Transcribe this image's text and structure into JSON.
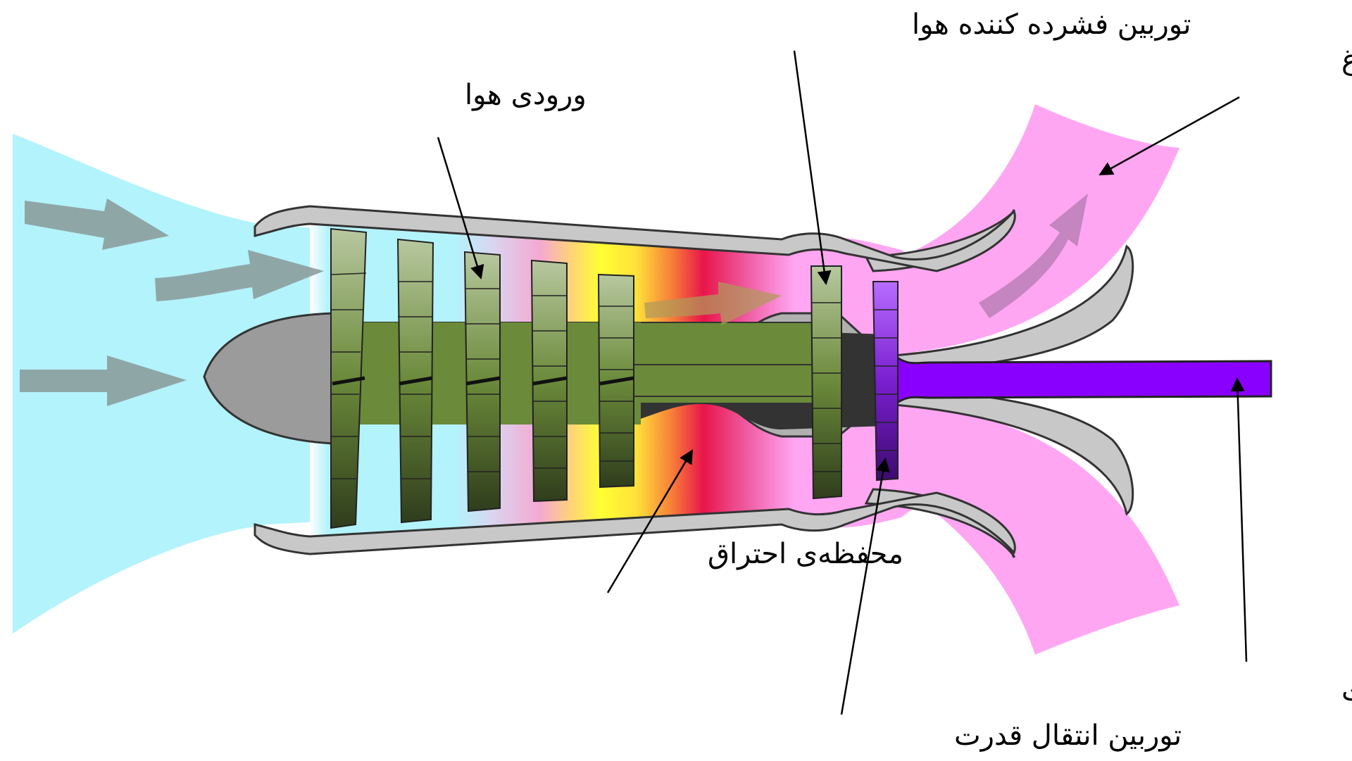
{
  "labels": {
    "air_intake": "ورودی هوا",
    "compressor_turbine": "توربین فشرده کننده هوا",
    "hot_gas_exhaust": "خروجی گازهای داغ",
    "combustion_chamber": "محفظه‌ی احتراق",
    "power_turbine": "توربین انتقال قدرت",
    "power_shaft": "محور انتقال قدرت"
  },
  "colors": {
    "intake_air": "#b3f3fb",
    "combustion_hot": "#ffff33",
    "exhaust": "#ffa6f2",
    "compressor_green": "#6b8a3a",
    "power_turbine_purple": "#8a00ff",
    "casing_gray": "#c8c8c8",
    "arrow_gray": "#8c9e9e"
  }
}
